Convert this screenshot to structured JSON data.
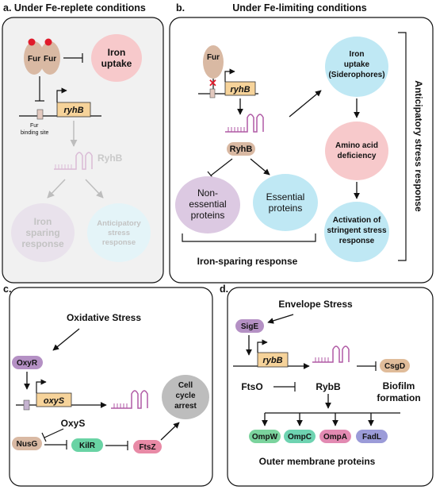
{
  "panel_a": {
    "title": "a. Under Fe-replete conditions",
    "fur_left": "Fur",
    "fur_right": "Fur",
    "iron_uptake_1": "Iron",
    "iron_uptake_2": "uptake",
    "ryhB_gene": "ryhB",
    "fur_site_1": "Fur",
    "fur_site_2": "binding site",
    "ryhB_rna": "RyhB",
    "iron_sparing_1": "Iron",
    "iron_sparing_2": "sparing",
    "iron_sparing_3": "response",
    "anticip_1": "Anticipatory",
    "anticip_2": "stress",
    "anticip_3": "response"
  },
  "panel_b": {
    "title": "b.",
    "subtitle": "Under Fe-limiting conditions",
    "fur": "Fur",
    "ryhB_gene": "ryhB",
    "ryhB_protein": "RyhB",
    "iron_uptake_1": "Iron",
    "iron_uptake_2": "uptake",
    "iron_uptake_3": "(Siderophores)",
    "amino_1": "Amino acid",
    "amino_2": "deficiency",
    "stringent_1": "Activation of",
    "stringent_2": "stringent stress",
    "stringent_3": "response",
    "non_ess_1": "Non-",
    "non_ess_2": "essential",
    "non_ess_3": "proteins",
    "ess_1": "Essential",
    "ess_2": "proteins",
    "iron_sparing": "Iron-sparing response",
    "anticipatory": "Anticipatory stress response"
  },
  "panel_c": {
    "title": "c.",
    "subtitle": "Oxidative Stress",
    "oxyR": "OxyR",
    "oxyS_gene": "oxyS",
    "oxyS_rna": "OxyS",
    "nusG": "NusG",
    "kilR": "KilR",
    "ftsZ": "FtsZ",
    "arrest_1": "Cell",
    "arrest_2": "cycle",
    "arrest_3": "arrest"
  },
  "panel_d": {
    "title": "d.",
    "subtitle": "Envelope Stress",
    "sigE": "SigE",
    "rybB_gene": "rybB",
    "rybB_rna": "RybB",
    "ftsO": "FtsO",
    "csgD": "CsgD",
    "biofilm_1": "Biofilm",
    "biofilm_2": "formation",
    "ompW": "OmpW",
    "ompC": "OmpC",
    "ompA": "OmpA",
    "fadL": "FadL",
    "outer": "Outer membrane proteins"
  },
  "colors": {
    "fur": "#d9b9a3",
    "pink": "#f7c9cb",
    "blue": "#bfe8f4",
    "purple": "#dcc9e2",
    "gene_box": "#f6d39a",
    "green": "#69d3a4",
    "grey": "#bdbdbd",
    "oxyR": "#b490c4",
    "ompW": "#7bd39d",
    "ompC": "#6ed3b1",
    "ompA": "#e28ab2",
    "fadL": "#9b9bd8",
    "rna": "#b05aa5"
  }
}
